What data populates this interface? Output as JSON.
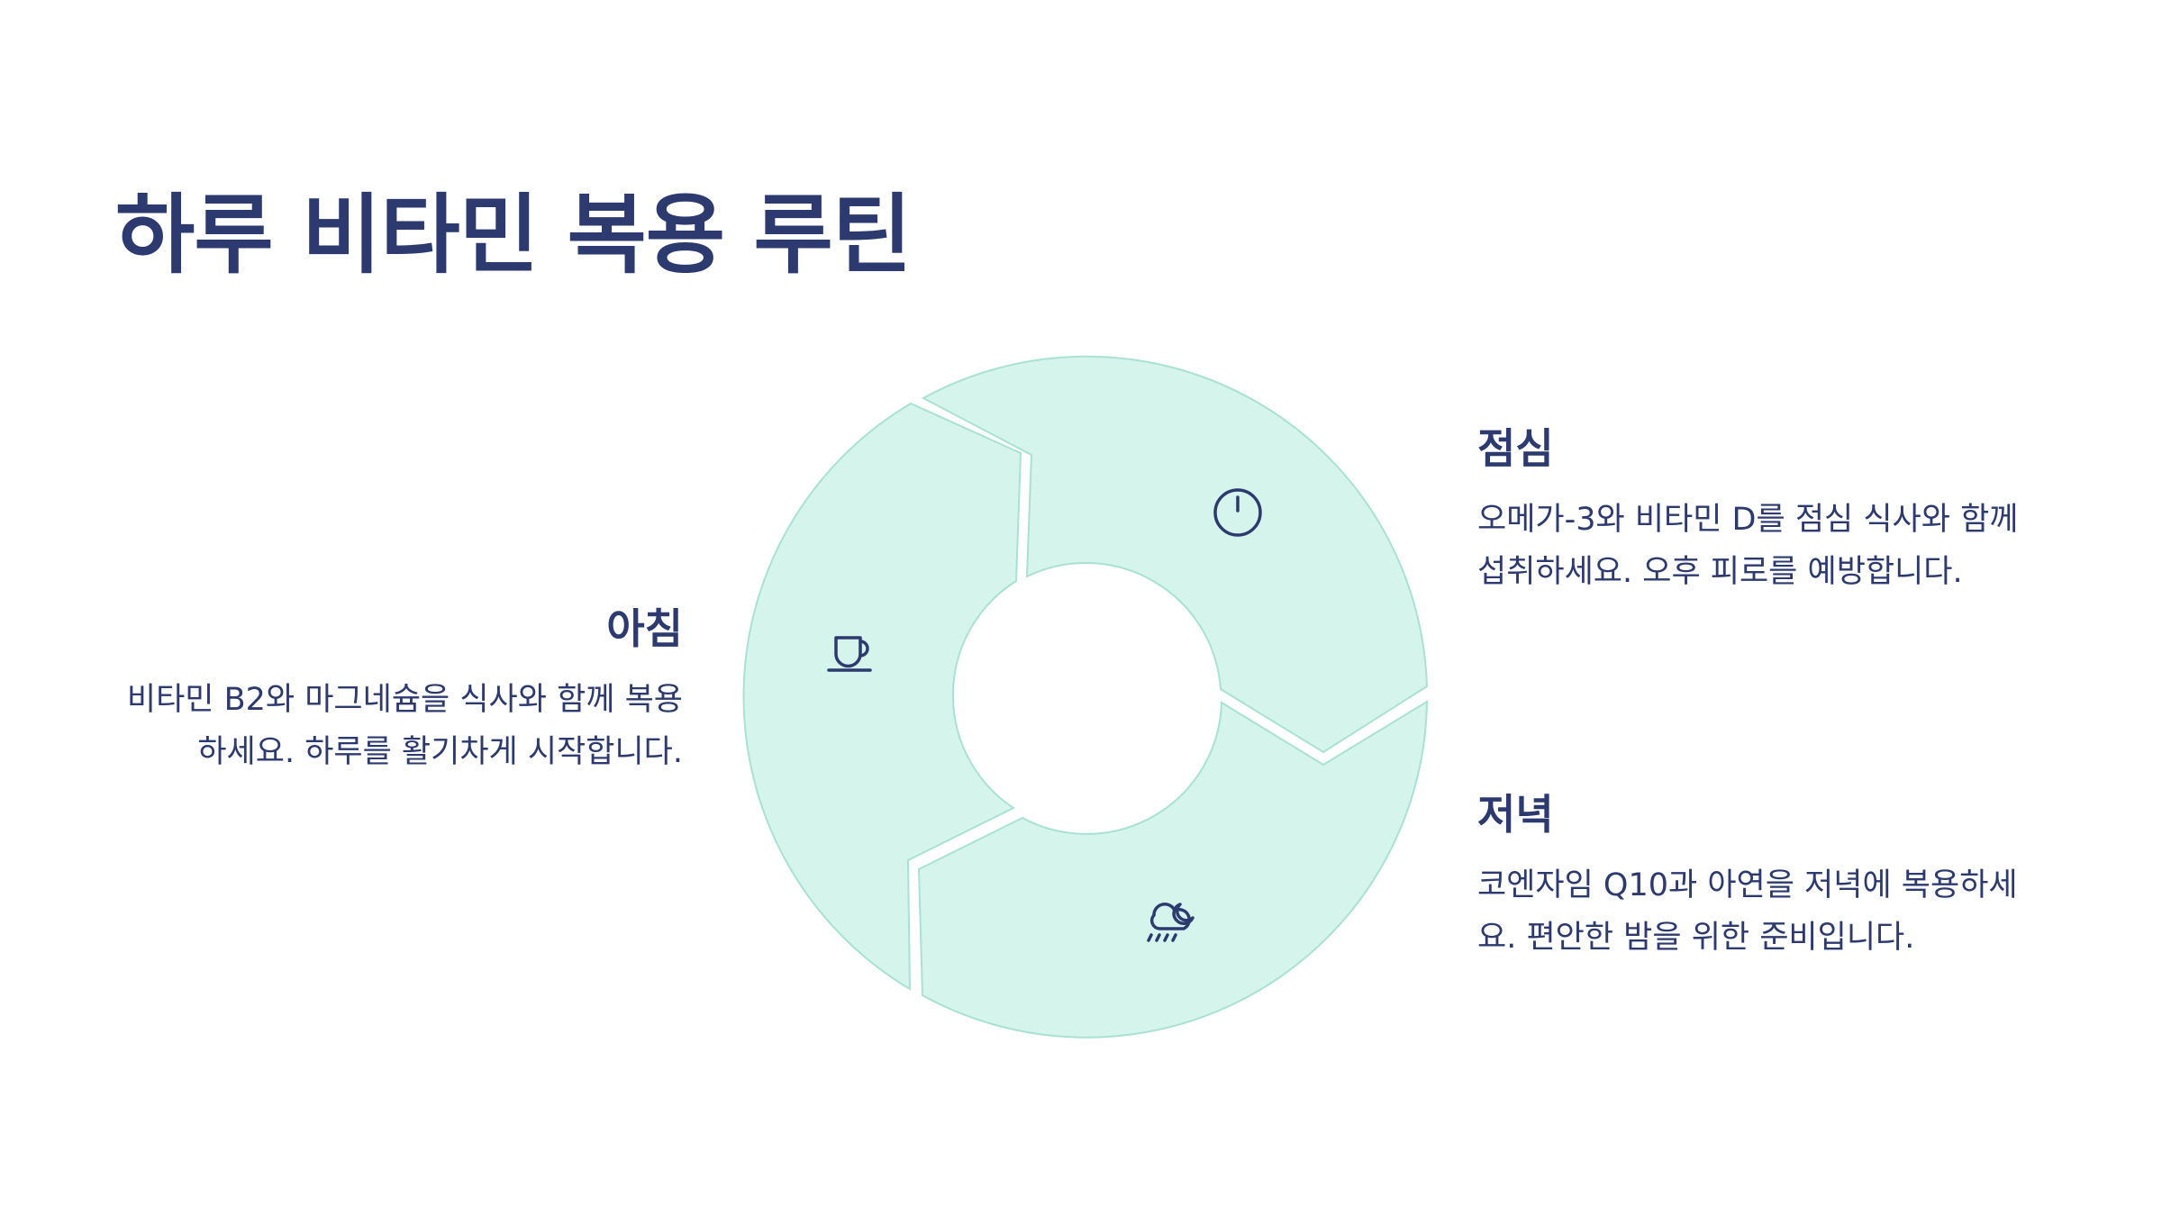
{
  "title": "하루 비타민 복용 루틴",
  "steps": [
    {
      "label": "아침",
      "description": "비타민 B2와 마그네슘을 식사와 함께 복용하세요. 하루를 활기차게 시작합니다.",
      "icon": "coffee-cup-icon"
    },
    {
      "label": "점심",
      "description": "오메가-3와 비타민 D를 점심 식사와 함께 섭취하세요. 오후 피로를 예방합니다.",
      "icon": "clock-icon"
    },
    {
      "label": "저녁",
      "description": "코엔자임 Q10과 아연을 저녁에 복용하세요. 편안한 밤을 위한 준비입니다.",
      "icon": "night-rain-cloud-icon"
    }
  ],
  "colors": {
    "segment_fill": "#d5f4ec",
    "segment_border": "#a9e2d2",
    "text": "#2d3a70",
    "background": "#ffffff"
  }
}
